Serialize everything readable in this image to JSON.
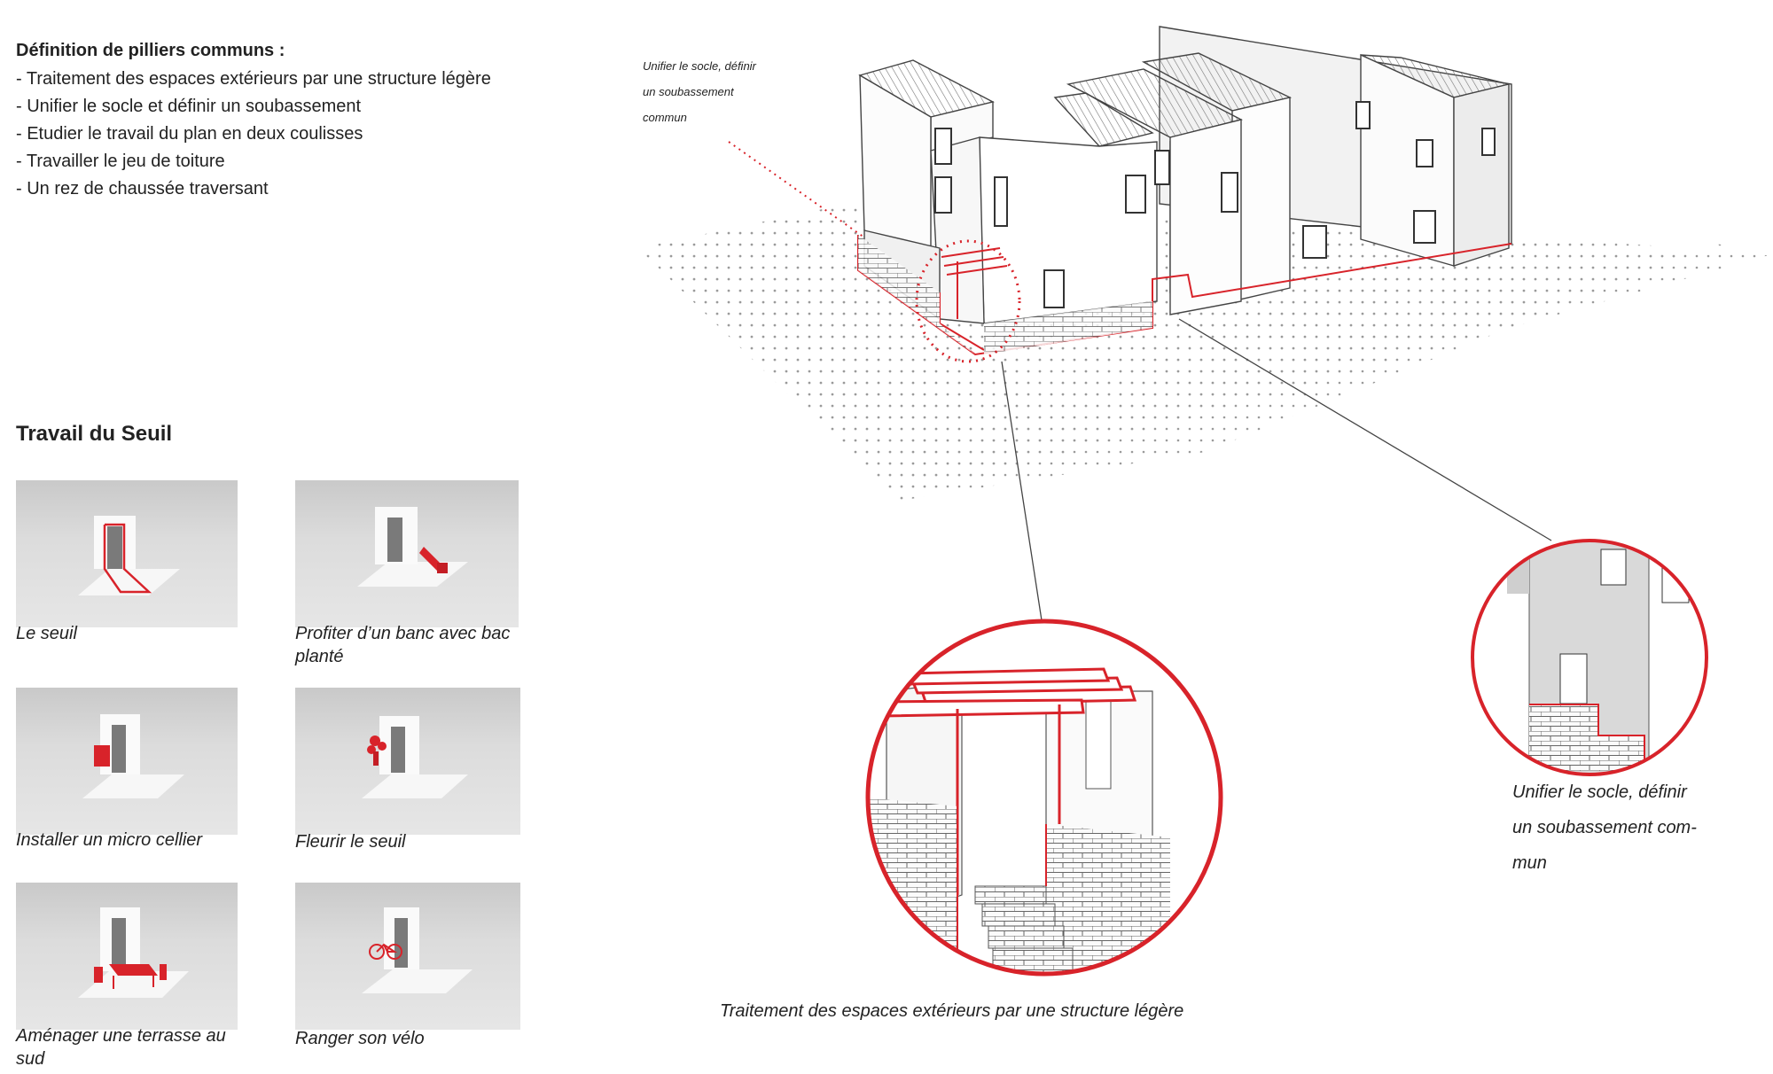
{
  "piliers": {
    "heading": "Définition de pilliers communs :",
    "items": [
      "- Traitement des espaces extérieurs par une structure légère",
      "- Unifier le socle et définir un soubassement",
      "- Etudier le travail du plan en deux coulisses",
      "- Travailler le jeu de toiture",
      "- Un rez de chaussée traversant"
    ]
  },
  "seuil": {
    "title": "Travail du Seuil",
    "cards": [
      {
        "caption": "Le seuil",
        "icon": "threshold-outline-icon"
      },
      {
        "caption": "Profiter d’un banc avec bac planté",
        "icon": "bench-planter-icon"
      },
      {
        "caption": "Installer un micro cellier",
        "icon": "micro-cellar-icon"
      },
      {
        "caption": "Fleurir le seuil",
        "icon": "flower-icon"
      },
      {
        "caption": "Aménager une terrasse au sud",
        "icon": "terrace-table-icon"
      },
      {
        "caption": "Ranger son vélo",
        "icon": "bicycle-icon"
      }
    ]
  },
  "annotations": {
    "top_note": [
      "Unifier le socle, définir",
      "un soubassement",
      "commun"
    ],
    "zoom_right": [
      "Unifier le socle, définir",
      "un soubassement com-",
      "mun"
    ],
    "zoom_bottom": "Traitement des espaces extérieurs par une structure légère"
  },
  "colors": {
    "accent_red": "#d8232a",
    "text": "#222222"
  }
}
